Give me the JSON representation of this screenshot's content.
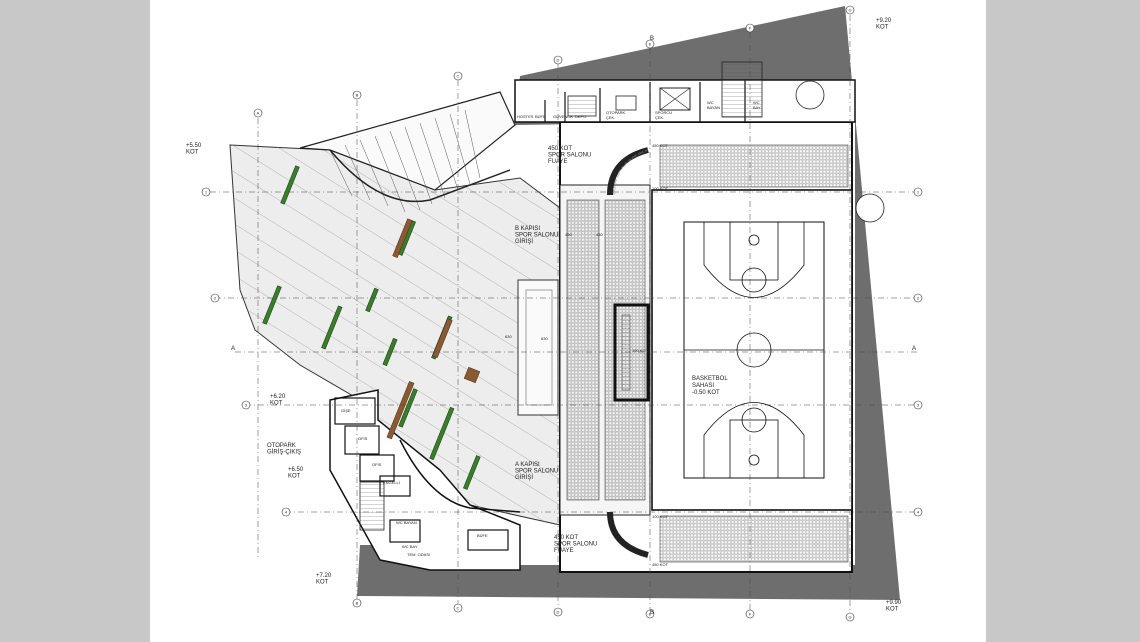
{
  "levels": {
    "kot_920": [
      "+9.20",
      "KOT"
    ],
    "kot_550": [
      "+5.50",
      "KOT"
    ],
    "kot_620": [
      "+6.20",
      "KOT"
    ],
    "kot_650": [
      "+6.50",
      "KOT"
    ],
    "kot_720": [
      "+7.20",
      "KOT"
    ],
    "kot_990": [
      "+9.90",
      "KOT"
    ]
  },
  "labels": {
    "b_entrance": [
      "B KAPISI",
      "SPOR SALONU",
      "GİRİŞİ"
    ],
    "a_entrance": [
      "A KAPISI",
      "SPOR SALONU",
      "GİRİŞİ"
    ],
    "foyer_top": [
      "450 KOT",
      "SPOR SALONU",
      "FUAYE"
    ],
    "foyer_bottom": [
      "450 KOT",
      "SPOR SALONU",
      "FUAYE"
    ],
    "court": [
      "BASKETBOL",
      "SAHASI",
      "-0.50 KOT"
    ],
    "parking": [
      "OTOPARK",
      "GİRİŞ-ÇIKIŞ"
    ],
    "rooms": {
      "gise": "GİŞE",
      "ofis1": "OFİS",
      "ofis2": "OFİS",
      "engelli": "ENGELLİ",
      "wc_bayan_bottom": "WC BAYAN",
      "wc_bay_bottom": "WC BAY",
      "bufe": "BÜFE",
      "tem_odasi": "TEM. ODASI",
      "otopark_cek": [
        "OTOPARK",
        "ÇEK."
      ],
      "sporcu_cek": [
        "SPORCU",
        "ÇEK."
      ],
      "wc_bayan_top": [
        "WC",
        "BAYAN"
      ],
      "wc_bay_top": [
        "WC",
        "BAY"
      ],
      "top_small": [
        "HOSTES",
        "BÜFE",
        "GÜVENLİK",
        "DEPO"
      ]
    },
    "dims": {
      "d450_top": "450 KOT",
      "d100_top": "100 KOT",
      "d450_mid": "450",
      "d450_mid2": "450",
      "d630": "630",
      "d630_b": "630",
      "d450_bot": "450 KOT",
      "d100_bot": "100 KOT",
      "stage": "190 KOT"
    }
  },
  "grid": {
    "cols": [
      "A",
      "B",
      "C",
      "D",
      "E",
      "F",
      "G",
      "H"
    ],
    "rows": [
      "1",
      "2",
      "3",
      "4"
    ],
    "section": [
      "A",
      "A",
      "B",
      "B"
    ]
  }
}
